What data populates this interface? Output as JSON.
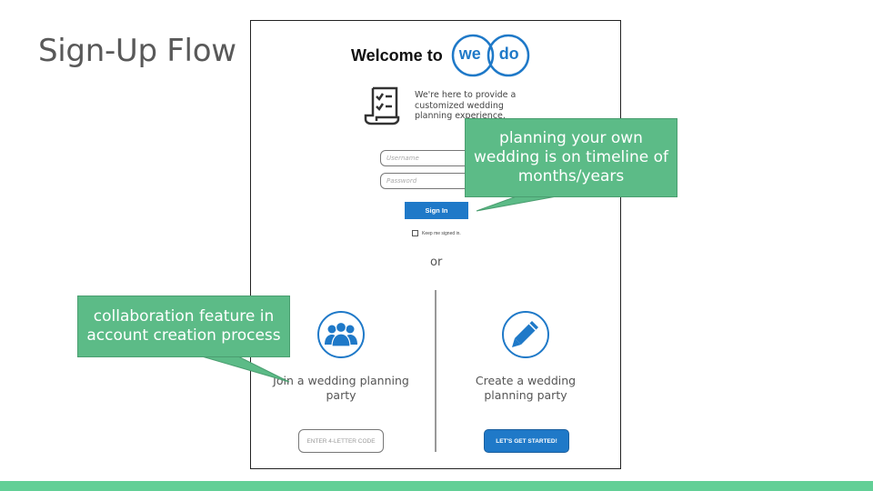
{
  "slide": {
    "title": "Sign-Up Flow"
  },
  "header": {
    "welcome_text": "Welcome to",
    "logo_part1": "we",
    "logo_part2": "do"
  },
  "intro": {
    "text": "We're here to provide a customized wedding planning experience."
  },
  "login": {
    "username_placeholder": "Username",
    "password_placeholder": "Password",
    "signin_label": "Sign In",
    "keep_signed_in_label": "Keep me signed in."
  },
  "separator": {
    "or_text": "or"
  },
  "options": {
    "join_label": "Join a wedding planning party",
    "create_label": "Create a wedding planning party",
    "code_placeholder": "ENTER 4-LETTER CODE",
    "started_label": "LET'S GET STARTED!"
  },
  "callouts": {
    "right_text": "planning your own wedding is on timeline of months/years",
    "left_text": "collaboration feature in account creation process"
  },
  "colors": {
    "accent_blue": "#1f79c8",
    "callout_green": "#5cbb87",
    "bottom_bar": "#62cf96"
  }
}
